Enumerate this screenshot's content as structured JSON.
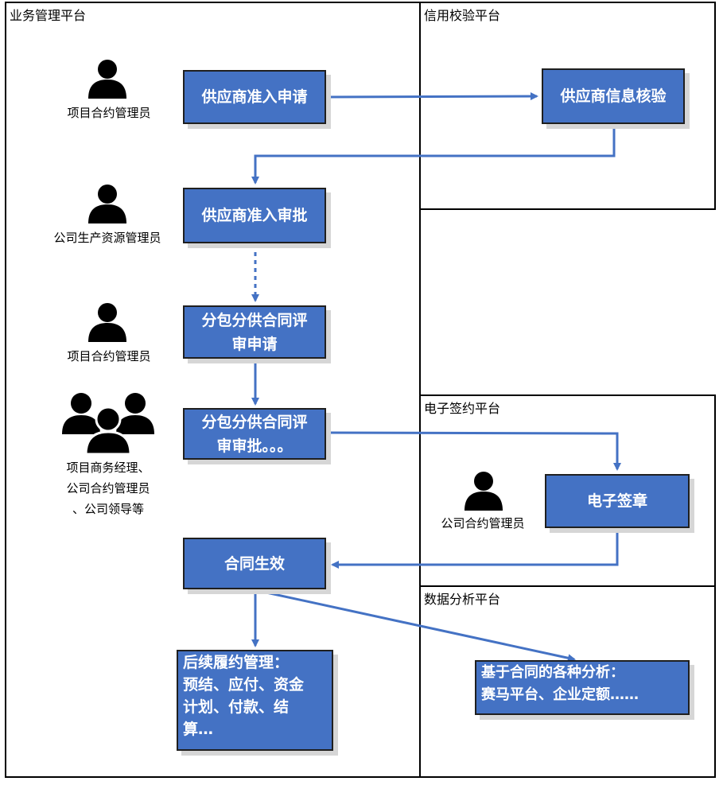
{
  "lanes": {
    "business": "业务管理平台",
    "credit": "信用校验平台",
    "esign": "电子签约平台",
    "analysis": "数据分析平台"
  },
  "boxes": {
    "supplier_apply": "供应商准入申请",
    "supplier_verify": "供应商信息核验",
    "supplier_approve": "供应商准入审批",
    "subcontract_apply_line1": "分包分供合同评",
    "subcontract_apply_line2": "审申请",
    "subcontract_approve_line1": "分包分供合同评",
    "subcontract_approve_line2": "审审批。。。",
    "esign_seal": "电子签章",
    "contract_effective": "合同生效",
    "followup_line1": "后续履约管理：",
    "followup_line2": "预结、应付、资金",
    "followup_line3": "计划、付款、结",
    "followup_line4": "算…",
    "analysis_line1": "基于合同的各种分析：",
    "analysis_line2": "赛马平台、企业定额……"
  },
  "roles": {
    "r1": "项目合约管理员",
    "r2": "公司生产资源管理员",
    "r3": "项目合约管理员",
    "r4_line1": "项目商务经理、",
    "r4_line2": "公司合约管理员",
    "r4_line3": "、公司领导等",
    "r5": "公司合约管理员"
  },
  "icons": {
    "r1": "person-icon",
    "r2": "person-icon",
    "r3": "person-icon",
    "r4": "group-icon",
    "r5": "person-icon"
  },
  "colors": {
    "box_fill": "#4472c4",
    "arrow": "#4472c4"
  }
}
